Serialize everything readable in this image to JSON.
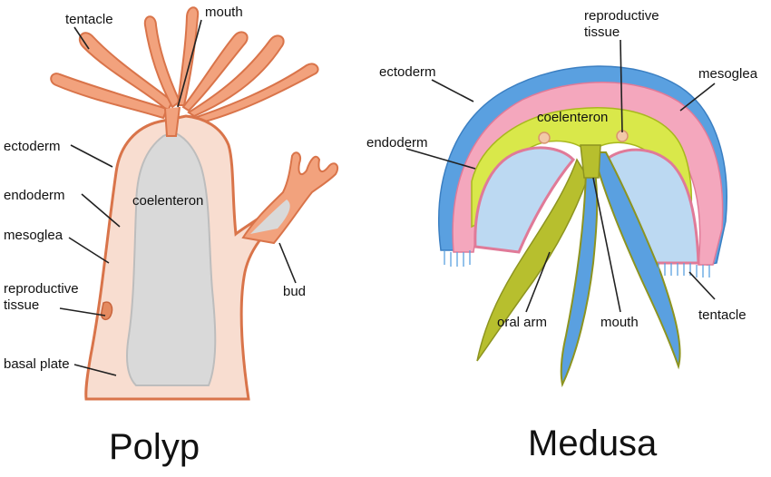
{
  "polyp": {
    "title": "Polyp",
    "labels": {
      "tentacle": "tentacle",
      "mouth": "mouth",
      "ectoderm": "ectoderm",
      "endoderm": "endoderm",
      "coelenteron": "coelenteron",
      "mesoglea": "mesoglea",
      "reproductive_line1": "reproductive",
      "reproductive_line2": "tissue",
      "basal_plate": "basal plate",
      "bud": "bud"
    }
  },
  "medusa": {
    "title": "Medusa",
    "labels": {
      "reproductive_line1": "reproductive",
      "reproductive_line2": "tissue",
      "ectoderm": "ectoderm",
      "mesoglea": "mesoglea",
      "coelenteron": "coelenteron",
      "endoderm": "endoderm",
      "oral_arm": "oral arm",
      "mouth": "mouth",
      "tentacle": "tentacle"
    }
  },
  "colors": {
    "polyp_outer": "#f2a27d",
    "polyp_stroke": "#d9744a",
    "polyp_body": "#f8ddd0",
    "coelenteron": "#d9d9d9",
    "medusa_ectoderm": "#5aa0e0",
    "medusa_mesoglea": "#f4a7bd",
    "medusa_endoderm": "#d9e84a",
    "medusa_inner": "#bcd9f2",
    "oral_arm": "#b7bf2e"
  }
}
